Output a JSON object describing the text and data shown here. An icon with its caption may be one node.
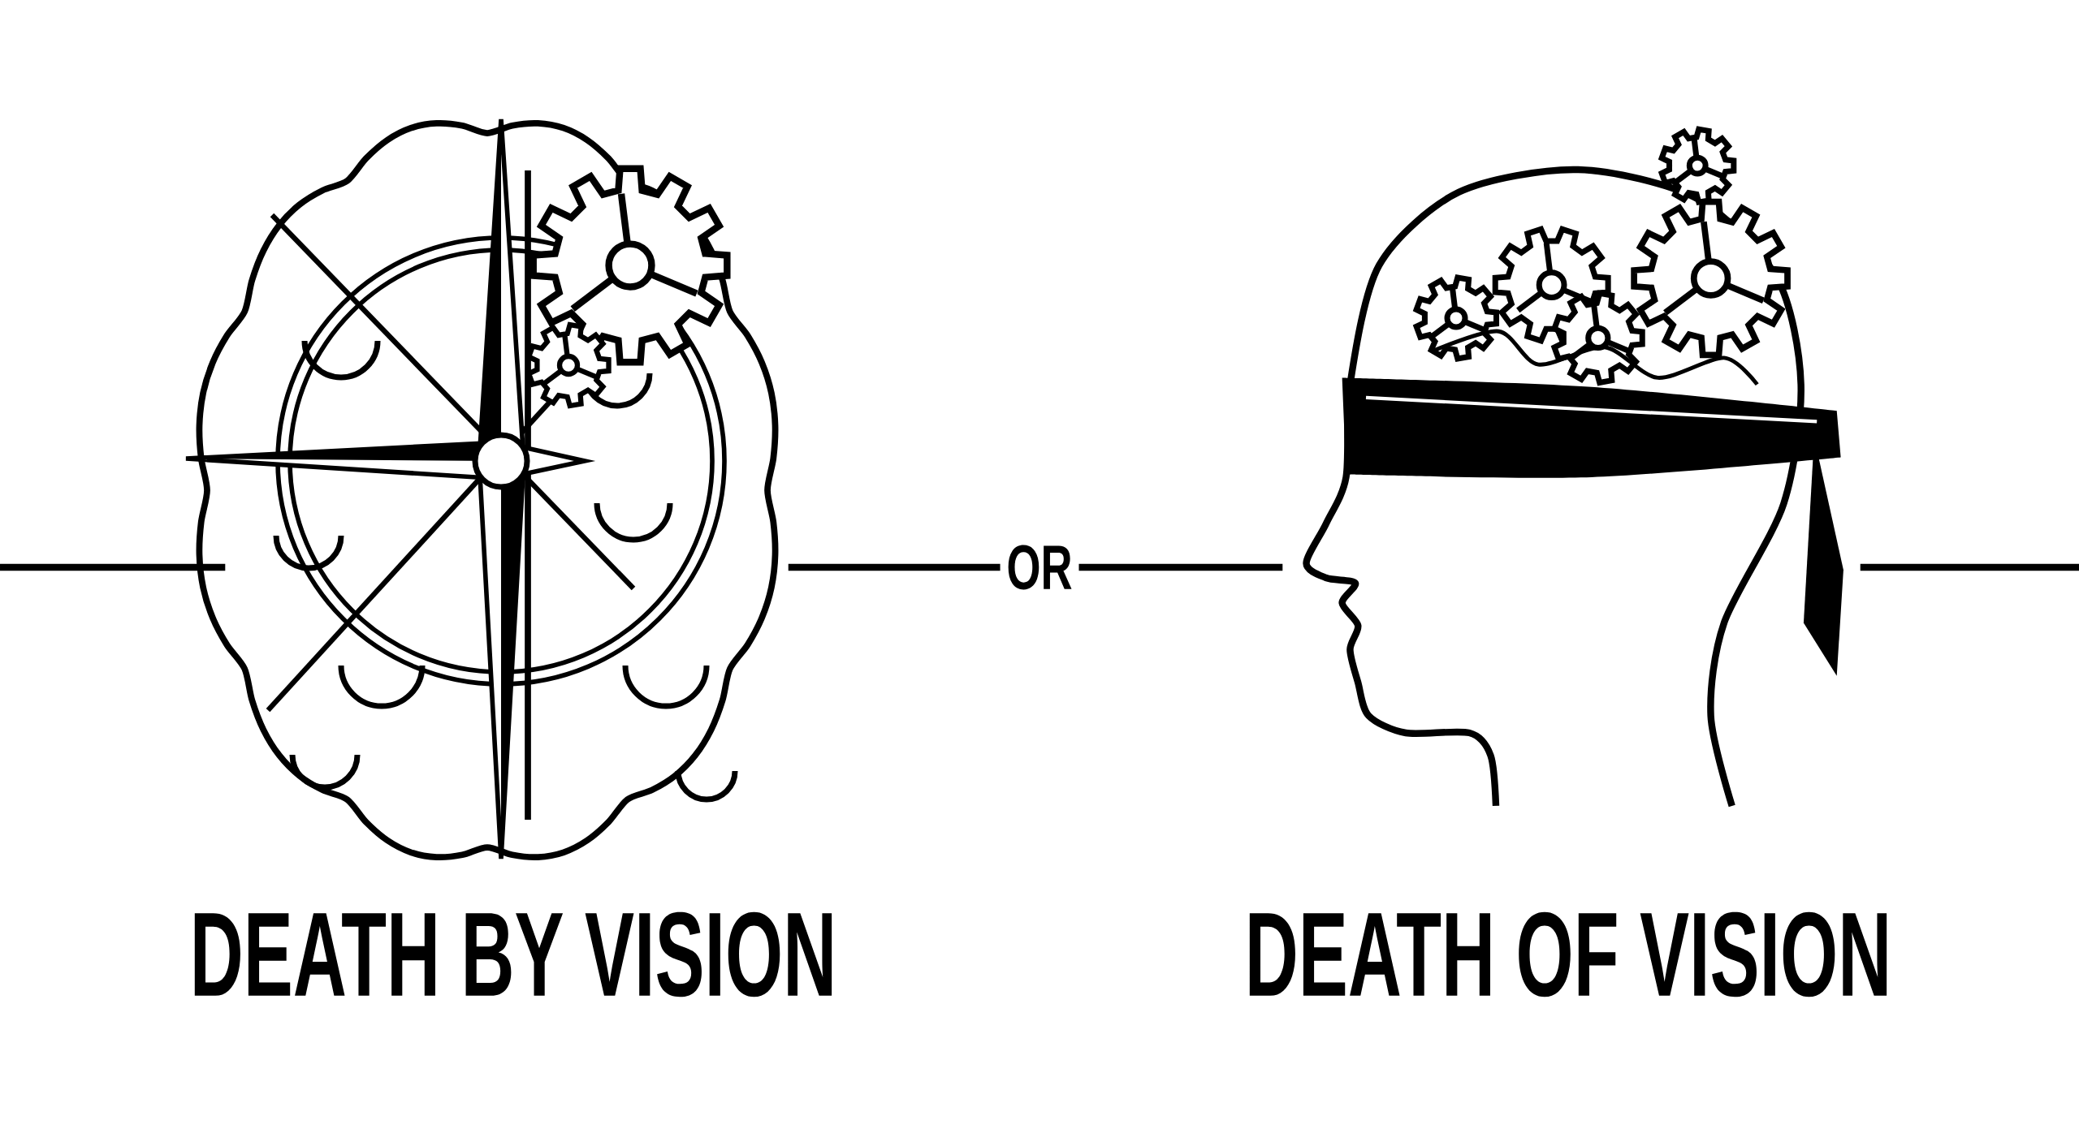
{
  "diagram": {
    "nodes": [
      {
        "text": [],
        "shape": "picture",
        "beside": [
          "DEATH BY VISION"
        ]
      },
      {
        "text": [
          "OR"
        ]
      },
      {
        "text": [],
        "shape": "picture",
        "beside": [
          "DEATH OF VISION"
        ]
      }
    ],
    "edges": [
      {
        "from": null,
        "to": 0,
        "arrow": "none"
      },
      {
        "from": 0,
        "to": 1,
        "arrow": "none"
      },
      {
        "from": 1,
        "to": 2,
        "arrow": "none"
      },
      {
        "from": 2,
        "to": null,
        "arrow": "none"
      }
    ]
  }
}
